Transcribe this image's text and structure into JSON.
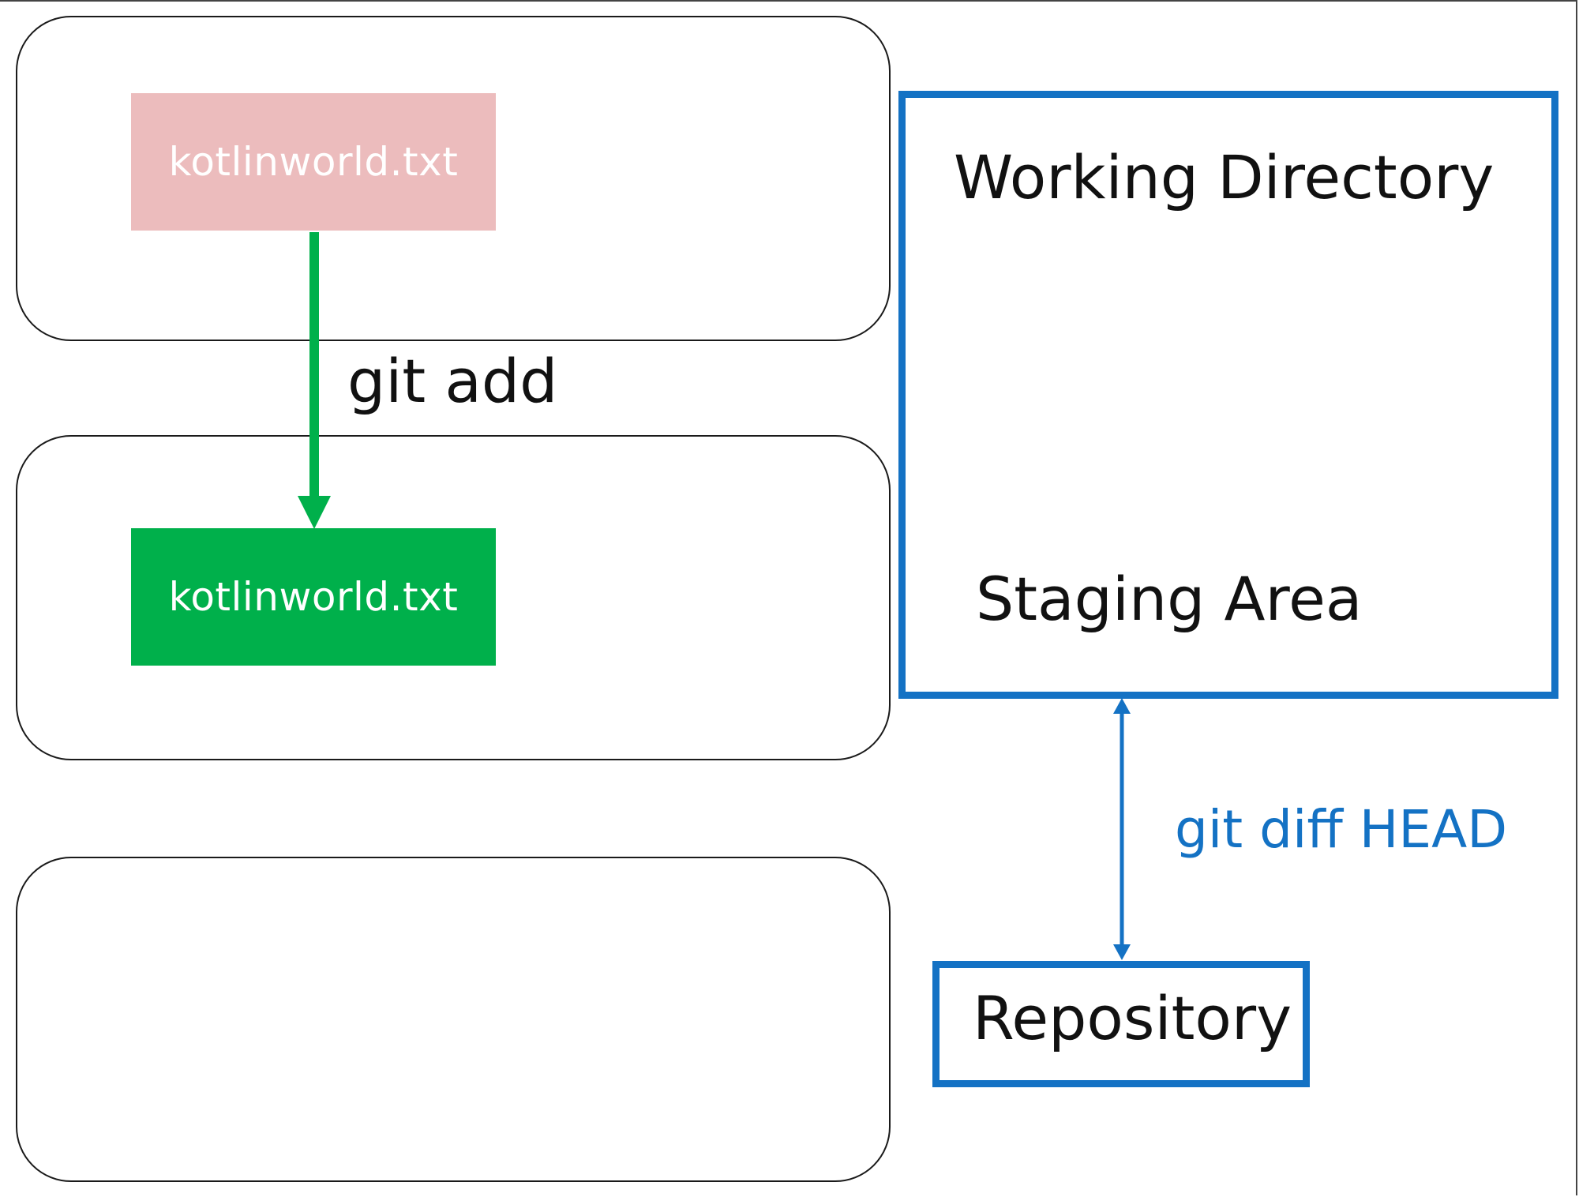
{
  "diagram": {
    "zones": [
      "working-directory-zone",
      "staging-area-zone",
      "repository-zone"
    ],
    "files": {
      "modified": "kotlinworld.txt",
      "staged": "kotlinworld.txt"
    },
    "commands": {
      "add": "git add",
      "diff": "git diff HEAD"
    },
    "areas": {
      "working_directory": "Working Directory",
      "staging_area": "Staging Area",
      "repository": "Repository"
    },
    "colors": {
      "modified_file": "#ecbcbd",
      "staged_file": "#00b04b",
      "add_arrow": "#00b04b",
      "diff_highlight": "#1472c4"
    }
  }
}
